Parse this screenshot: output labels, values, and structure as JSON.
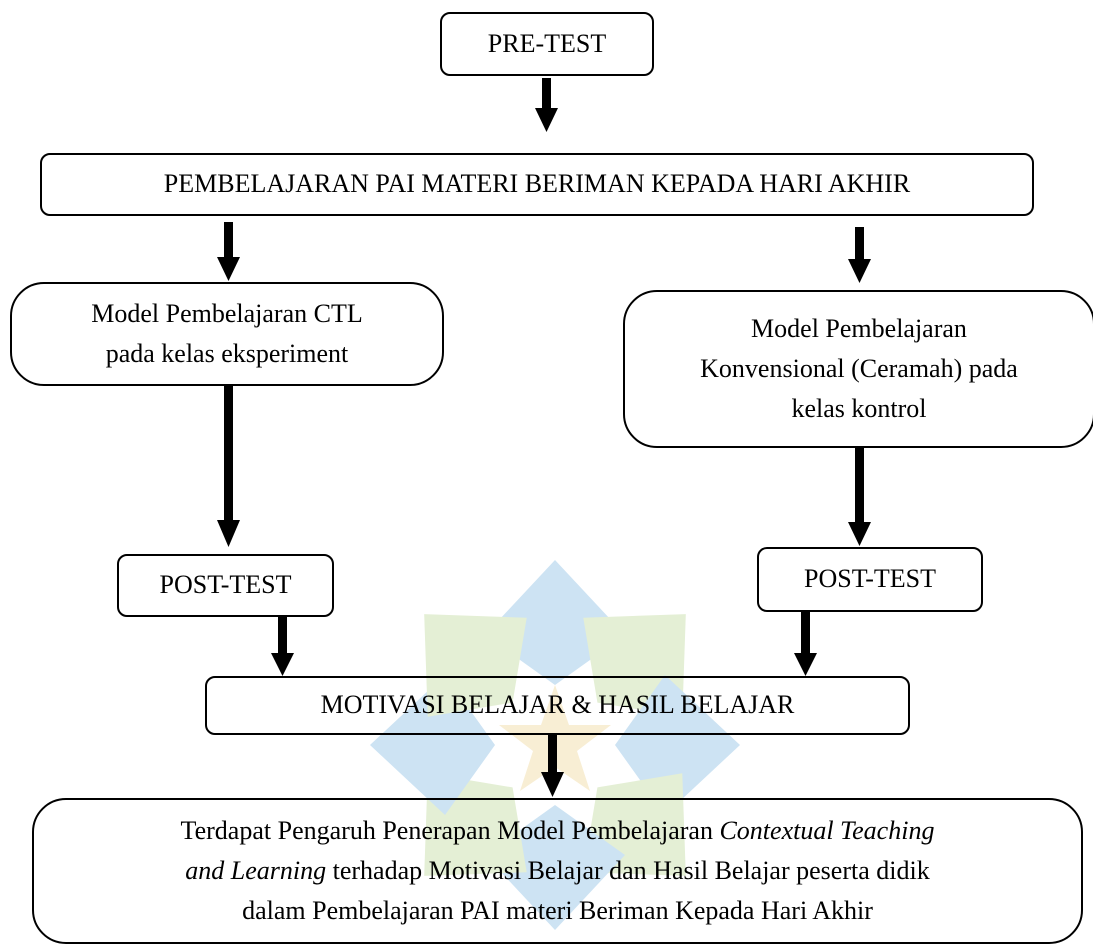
{
  "colors": {
    "stroke": "#000000",
    "text": "#000000",
    "watermark_blue": "#cde3f3",
    "watermark_green": "#e4efd5",
    "watermark_yellow": "#f8eed4"
  },
  "nodes": {
    "pretest": {
      "text": "PRE-TEST"
    },
    "pembelajaran": {
      "text": "PEMBELAJARAN PAI MATERI BERIMAN KEPADA HARI AKHIR"
    },
    "ctl": {
      "line1": "Model Pembelajaran CTL",
      "line2": "pada kelas eksperiment"
    },
    "konvensional": {
      "line1": "Model Pembelajaran",
      "line2": "Konvensional (Ceramah) pada",
      "line3": "kelas kontrol"
    },
    "posttest_left": {
      "text": "POST-TEST"
    },
    "posttest_right": {
      "text": "POST-TEST"
    },
    "motivasi": {
      "text": "MOTIVASI BELAJAR & HASIL BELAJAR"
    },
    "conclusion": {
      "line1_a": "Terdapat Pengaruh Penerapan Model Pembelajaran ",
      "line1_b": "Contextual Teaching",
      "line2_a": "and Learning",
      "line2_b": " terhadap Motivasi Belajar dan Hasil Belajar peserta didik",
      "line3": "dalam Pembelajaran PAI materi Beriman Kepada Hari Akhir"
    }
  },
  "edges": [
    {
      "from": "pretest",
      "to": "pembelajaran"
    },
    {
      "from": "pembelajaran",
      "to": "ctl"
    },
    {
      "from": "pembelajaran",
      "to": "konvensional"
    },
    {
      "from": "ctl",
      "to": "posttest_left"
    },
    {
      "from": "konvensional",
      "to": "posttest_right"
    },
    {
      "from": "posttest_left",
      "to": "motivasi"
    },
    {
      "from": "posttest_right",
      "to": "motivasi"
    },
    {
      "from": "motivasi",
      "to": "conclusion"
    }
  ],
  "watermark": {
    "icon": "university-logo-icon"
  }
}
